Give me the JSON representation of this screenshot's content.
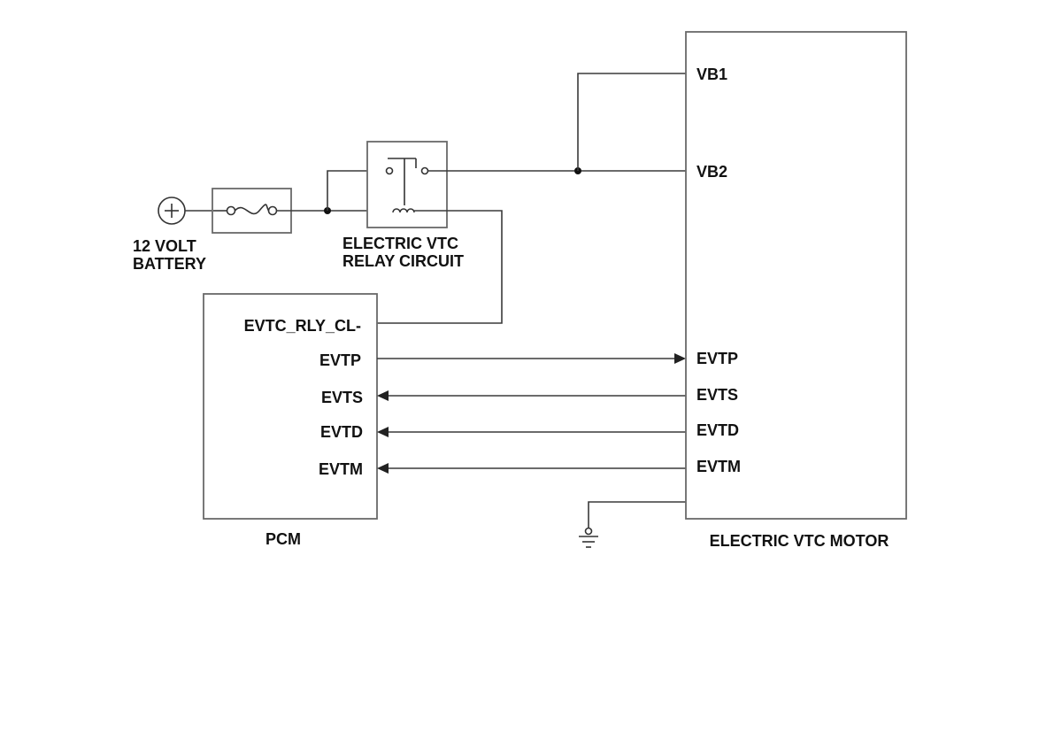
{
  "battery": {
    "label_line1": "12 VOLT",
    "label_line2": "BATTERY"
  },
  "relay": {
    "label_line1": "ELECTRIC VTC",
    "label_line2": "RELAY CIRCUIT"
  },
  "pcm": {
    "name": "PCM",
    "pins": {
      "relay_control": "EVTC_RLY_CL-",
      "evtp": "EVTP",
      "evts": "EVTS",
      "evtd": "EVTD",
      "evtm": "EVTM"
    }
  },
  "motor": {
    "name": "ELECTRIC VTC MOTOR",
    "pins": {
      "vb1": "VB1",
      "vb2": "VB2",
      "evtp": "EVTP",
      "evts": "EVTS",
      "evtd": "EVTD",
      "evtm": "EVTM"
    }
  },
  "colors": {
    "wire": "#3a3a3a",
    "box_border": "#6a6a6a",
    "text": "#111111"
  }
}
